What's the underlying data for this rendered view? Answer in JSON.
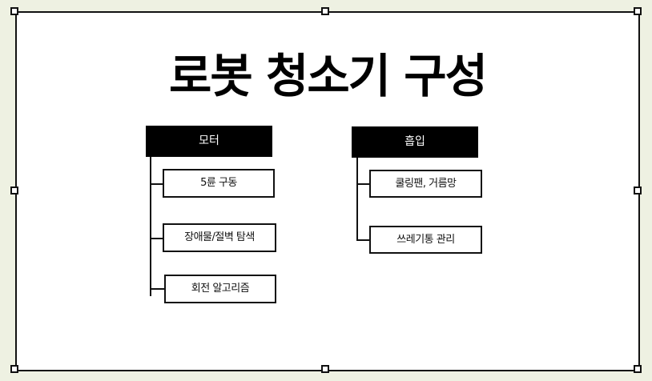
{
  "slide": {
    "title": "로봇 청소기 구성",
    "groups": [
      {
        "header": "모터",
        "items": [
          "5륜 구동",
          "장애물/절벽 탐색",
          "회전 알고리즘"
        ]
      },
      {
        "header": "흡입",
        "items": [
          "쿨링팬, 거름망",
          "쓰레기통 관리"
        ]
      }
    ]
  },
  "colors": {
    "background": "#eef1e2",
    "slide": "#ffffff",
    "header_fill": "#000000",
    "border": "#111111"
  }
}
